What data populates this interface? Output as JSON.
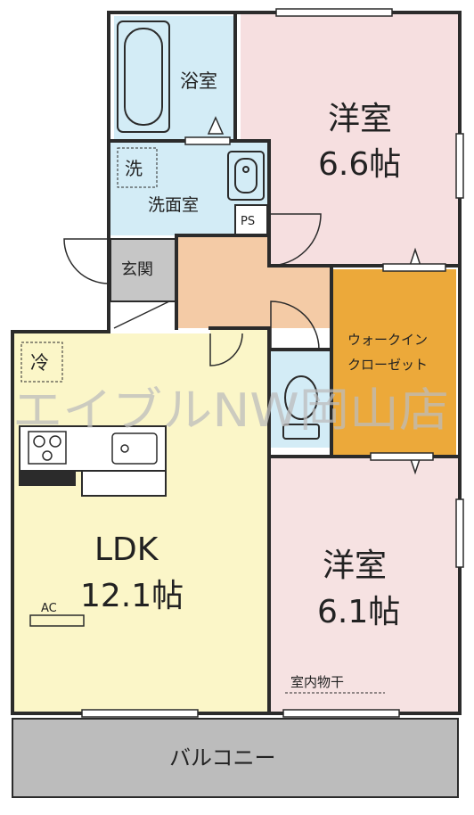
{
  "rooms": {
    "bath": "浴室",
    "washroom": "洗面室",
    "washer_mark": "洗",
    "ps": "PS",
    "entrance": "玄関",
    "western1_name": "洋室",
    "western1_size": "6.6帖",
    "wic_line1": "ウォークイン",
    "wic_line2": "クローゼット",
    "fridge_mark": "冷",
    "ldk_name": "LDK",
    "ldk_size": "12.1帖",
    "ac": "AC",
    "western2_name": "洋室",
    "western2_size": "6.1帖",
    "indoor_dryer": "室内物干",
    "balcony": "バルコニー"
  },
  "watermark": "エイブルNW岡山店",
  "colors": {
    "wall": "#2b2b2b",
    "western1_fill": "#f6dfe0",
    "western2_fill": "#f6e2e2",
    "ldk_fill": "#fbf6c8",
    "hall_fill": "#f4cba6",
    "wic_fill": "#eca93a",
    "wet_fill": "#d3ecf6",
    "entrance_fill": "#c6c6c6",
    "balcony_fill": "#bcbcbc",
    "watermark": "#bcbcbc"
  }
}
